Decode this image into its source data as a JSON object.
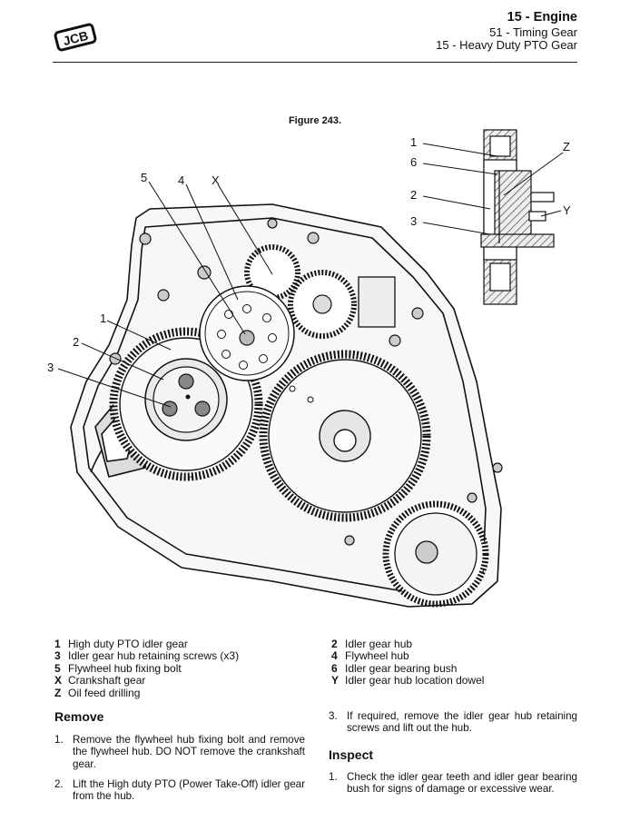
{
  "header": {
    "logo_text": "JCB",
    "section": "15 - Engine",
    "subsection": "51 - Timing Gear",
    "topic": "15 - Heavy Duty PTO Gear"
  },
  "figure": {
    "caption": "Figure 243.",
    "callouts_main": [
      "5",
      "4",
      "X",
      "1",
      "2",
      "3"
    ],
    "callouts_detail": [
      "1",
      "6",
      "2",
      "3",
      "Z",
      "Y"
    ]
  },
  "legend": {
    "left": [
      {
        "key": "1",
        "text": "High duty PTO idler gear"
      },
      {
        "key": "3",
        "text": "Idler gear hub retaining screws (x3)"
      },
      {
        "key": "5",
        "text": "Flywheel hub fixing bolt"
      },
      {
        "key": "X",
        "text": "Crankshaft gear"
      },
      {
        "key": "Z",
        "text": "Oil feed drilling"
      }
    ],
    "right": [
      {
        "key": "2",
        "text": "Idler gear hub"
      },
      {
        "key": "4",
        "text": "Flywheel hub"
      },
      {
        "key": "6",
        "text": "Idler gear bearing bush"
      },
      {
        "key": "Y",
        "text": "Idler gear hub location dowel"
      }
    ]
  },
  "remove": {
    "heading": "Remove",
    "steps": [
      {
        "num": "1.",
        "text": "Remove the flywheel hub fixing bolt and remove the flywheel hub. DO NOT remove the crankshaft gear."
      },
      {
        "num": "2.",
        "text": "Lift the High duty PTO (Power Take-Off) idler gear from the hub."
      },
      {
        "num": "3.",
        "text": "If required, remove the idler gear hub retaining screws and lift out the hub."
      }
    ]
  },
  "inspect": {
    "heading": "Inspect",
    "steps": [
      {
        "num": "1.",
        "text": "Check the idler gear teeth and idler gear bearing bush for signs of damage or excessive wear."
      }
    ]
  }
}
